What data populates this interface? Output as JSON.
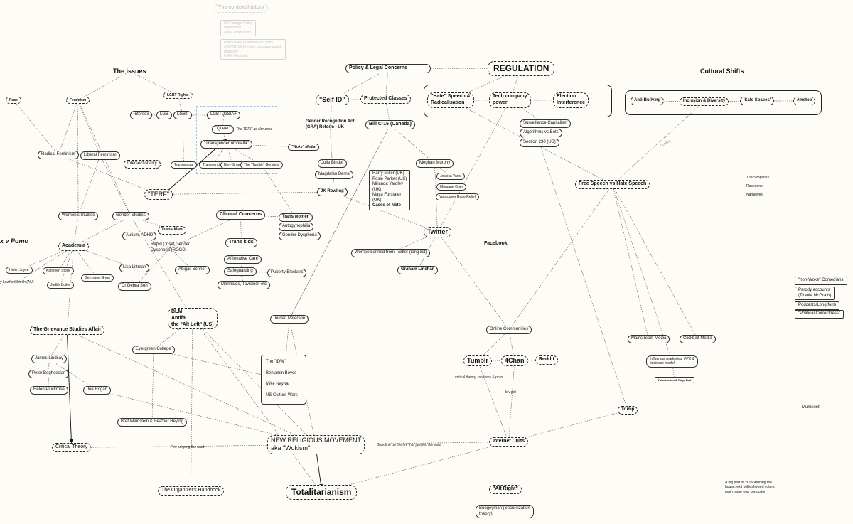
{
  "nodes": {
    "context_history": "The context/history",
    "context_list": [
      "US Foreign Policy",
      "Hegemony",
      "Anti-Communism"
    ],
    "context_link": [
      "https://www.trustmerelistn.com/",
      "2017/01/19/why-the-cia-cares-about-",
      "marxism/",
      "CIA & Foucault"
    ],
    "the_issues": "The issues",
    "race": "Race",
    "feminism": "Feminism",
    "lgbt_rights": "LGBT Rights",
    "radical_feminism": "Radical Feminism",
    "liberal_feminism": "Liberal Feminism",
    "intersectionality": "Intersectionality",
    "intersex": "Intersex",
    "lgb": "LGB",
    "lgbt": "LGBT",
    "lgbtq2sia": "LGBTQ2SIA+",
    "queer": "\"Queer\"",
    "terf_slur": "The TERF as slur zone",
    "trans_umbrella": "\"Transgender umbrella\"",
    "transsexual": "Transsexual",
    "transgender": "Transgender",
    "non_binary": "Non-Binary",
    "tumblr_genders": "The \"Tumblr\" Genders",
    "terf": "\"TERF\"",
    "woke_media": "\"Woke\" Media",
    "womens_studies": "Women's Studies",
    "gender_studies": "Gender Studies",
    "x_v_pomo": "x v Pomo",
    "academia": "Academia",
    "helen_joyce": "Helen Joyce",
    "kathleen_stock": "Kathleen Stock",
    "germaine_greer": "Germaine Greer",
    "lisa_littman": "Lisa Littman",
    "lawford_smith": "y Lawford Smith (AU)",
    "judith_butler": "Judith Butler",
    "debra_soh": "Dr Debra Soh",
    "autism_adhd": "Autism, ADHD",
    "trans_men": "Trans Men",
    "rogd": [
      "Rapid Onset Gender",
      "Dysphoria (ROGD)"
    ],
    "abigail_shrier": "Abigail Schrier",
    "clinical_concerns": "Clinical Concerns",
    "trans_women": "Trans women",
    "autogynephilia": "Autogynephilia",
    "gender_dysphoria": "Gender Dysphoria",
    "trans_kids": "Trans kids",
    "affirmative_care": "Affirmative Care",
    "safeguarding": "Safeguarding",
    "puberty_blockers": "Puberty Blockers",
    "mermaids": "Mermaids, Tavistock etc",
    "blm": [
      "BLM",
      "Antifa",
      "the \"Alt Left\" (US)"
    ],
    "grievance_studies": "The Grievance Studies Affair",
    "james_lindsay": "James Lindsay",
    "peter_boghossian": "Peter Boghossian",
    "helen_pluckrose": "Helen Pluckrose",
    "joe_rogan": "Joe Rogan",
    "evergreen_college": "Evergreen College",
    "bret_weinstein": "Bret Weinstein & Heather Heying",
    "critical_theory": "Critical Theory",
    "organizers_handbook": "The Organizer's Handbook",
    "new_religious": [
      "NEW RELIGIOUS MOVEMENT",
      "aka \"Wokism\""
    ],
    "totalitarianism": "Totalitarianism",
    "jordan_peterson": "Jordan Peterson",
    "idw": [
      "The \"IDW\"",
      "Benjamin Boyce",
      "Mike Nayna",
      "US Culture Wars"
    ],
    "policy_legal": "Policy & Legal Concerns",
    "regulation": "REGULATION",
    "self_id": "\"Self ID\"",
    "protected_classes": "Protected Classes",
    "gra_reform": [
      "Gender Recognition Act",
      "(GRA) Reform - UK"
    ],
    "bill_c16": "Bill C-16 (Canada)",
    "julie_bindel": "Julie Bindel",
    "magdalen_berns": "Magdalen Berns",
    "jk_rowling": "JK Rowling",
    "cases_of_note": [
      "Harry Miller (UK)",
      "Posie Parker (UK)",
      "Miranda Yardley",
      "(UK)",
      "Maya Forstater",
      "(UK)",
      "Cases of Note"
    ],
    "meghan_murphy": "Meghan Murphy",
    "jessica_yaniv": "Jessica Yaniv",
    "morgane_oger": "Morgane Oger",
    "vancouver_rape_relief": "Vancouver Rape Relief",
    "twitter": "Twitter",
    "women_banned": "Women banned from Twitter (long list)",
    "graham_linehan": "Graham Linehan",
    "facebook": "Facebook",
    "hate_speech": [
      "\"Hate\" Speech &",
      "Radicalisation"
    ],
    "tech_power": [
      "Tech company",
      "power"
    ],
    "election_interference": [
      "Election",
      "Interference"
    ],
    "surveillance_capitalism": "Surveillance Capitalism",
    "algorithms_bots": "Algorithms vs Bots",
    "section_230": "Section 230 (US)",
    "cultural_shifts": "Cultural Shifts",
    "anti_bullying": "Anti-Bullying",
    "inclusion_diversity": "Inclusion & Diversity",
    "safe_spaces": "'Safe Spaces'",
    "metoo": "#metoo",
    "conflict": "Conflict",
    "free_vs_hate": "Free Speech vs Hate Speech",
    "simpsons": "The Simpsons",
    "roseanne": "Roseanne",
    "narratives": "Narratives",
    "non_woke_comedians": "\"non-Woke\" Comedians",
    "parody_accounts": [
      "Parody accounts",
      "(Titania McGrath)"
    ],
    "podcasts": "Podcasts/Long form",
    "political_correctness": "\"Political Correctness\"",
    "online_communities": "Online Communities",
    "mainstream_media": "Mainstream Media",
    "clickbait_media": "Clickbait Media",
    "influencer": [
      "Influencer marketing, PPC &",
      "business model"
    ],
    "polarisation": "Polarisation & Rage Bait",
    "tumblr": "Tumblr",
    "fourchan": "4Chan",
    "reddit": "Reddit",
    "critical_fandoms": "critical theory, fandoms & porn",
    "b_v_pol": "b v pol",
    "trump": "Trump",
    "mumsnet": "Mumsnet",
    "internet_cults": "Internet Cults",
    "alt_right": "\"Alt Right\"",
    "boogeyman": [
      "Boogeyman (Securitization",
      "theory)"
    ],
    "note_2006": [
      "A big part of 2006 winning the",
      "house, exit polls showed voters",
      "main issue was corruption"
    ]
  },
  "edge_labels": {
    "fire_jumping": "Fire jumping the road",
    "gasoline": "Gasoline on the fire that jumped the road"
  }
}
